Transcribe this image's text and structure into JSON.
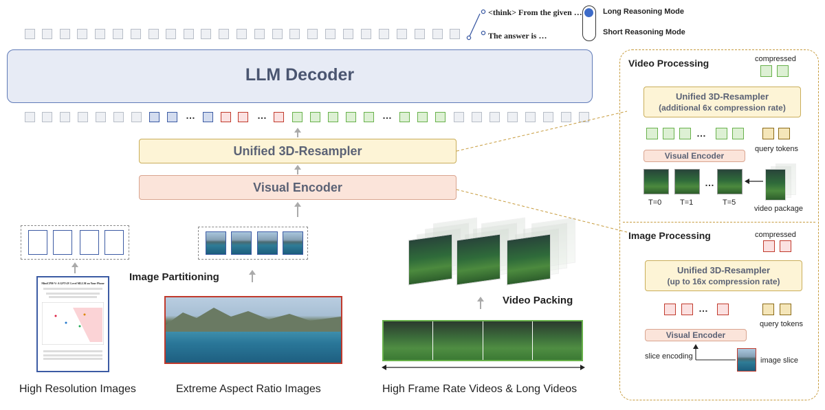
{
  "top": {
    "think_text": "<think> From the given …",
    "answer_text": "The answer is …",
    "long_mode": "Long Reasoning Mode",
    "short_mode": "Short Reasoning Mode"
  },
  "main": {
    "llm_decoder": "LLM Decoder",
    "resampler": "Unified 3D-Resampler",
    "visual_encoder": "Visual Encoder",
    "image_partitioning": "Image Partitioning",
    "video_packing": "Video Packing",
    "paper_title": "MiniCPM-V: A GPT-4V Level MLLM on Your Phone",
    "ellipsis": "…",
    "captions": [
      "High Resolution Images",
      "Extreme Aspect Ratio Images",
      "High Frame Rate Videos & Long Videos"
    ]
  },
  "video_panel": {
    "title": "Video Processing",
    "compressed": "compressed",
    "resampler": "Unified 3D-Resampler",
    "rate": "(additional 6x compression rate)",
    "query_tokens": "query tokens",
    "visual_encoder": "Visual Encoder",
    "frames": [
      "T=0",
      "T=1",
      "T=5"
    ],
    "video_package": "video package"
  },
  "image_panel": {
    "title": "Image Processing",
    "compressed": "compressed",
    "resampler": "Unified 3D-Resampler",
    "rate": "(up to 16x compression rate)",
    "query_tokens": "query tokens",
    "visual_encoder": "Visual Encoder",
    "slice_encoding": "slice encoding",
    "image_slice": "image slice"
  },
  "colors": {
    "decoder_fill": "#e7ebf5",
    "decoder_border": "#5e79b7",
    "resampler_fill": "#fdf4d6",
    "encoder_fill": "#fbe4da",
    "panel_border": "#c69a3a"
  }
}
